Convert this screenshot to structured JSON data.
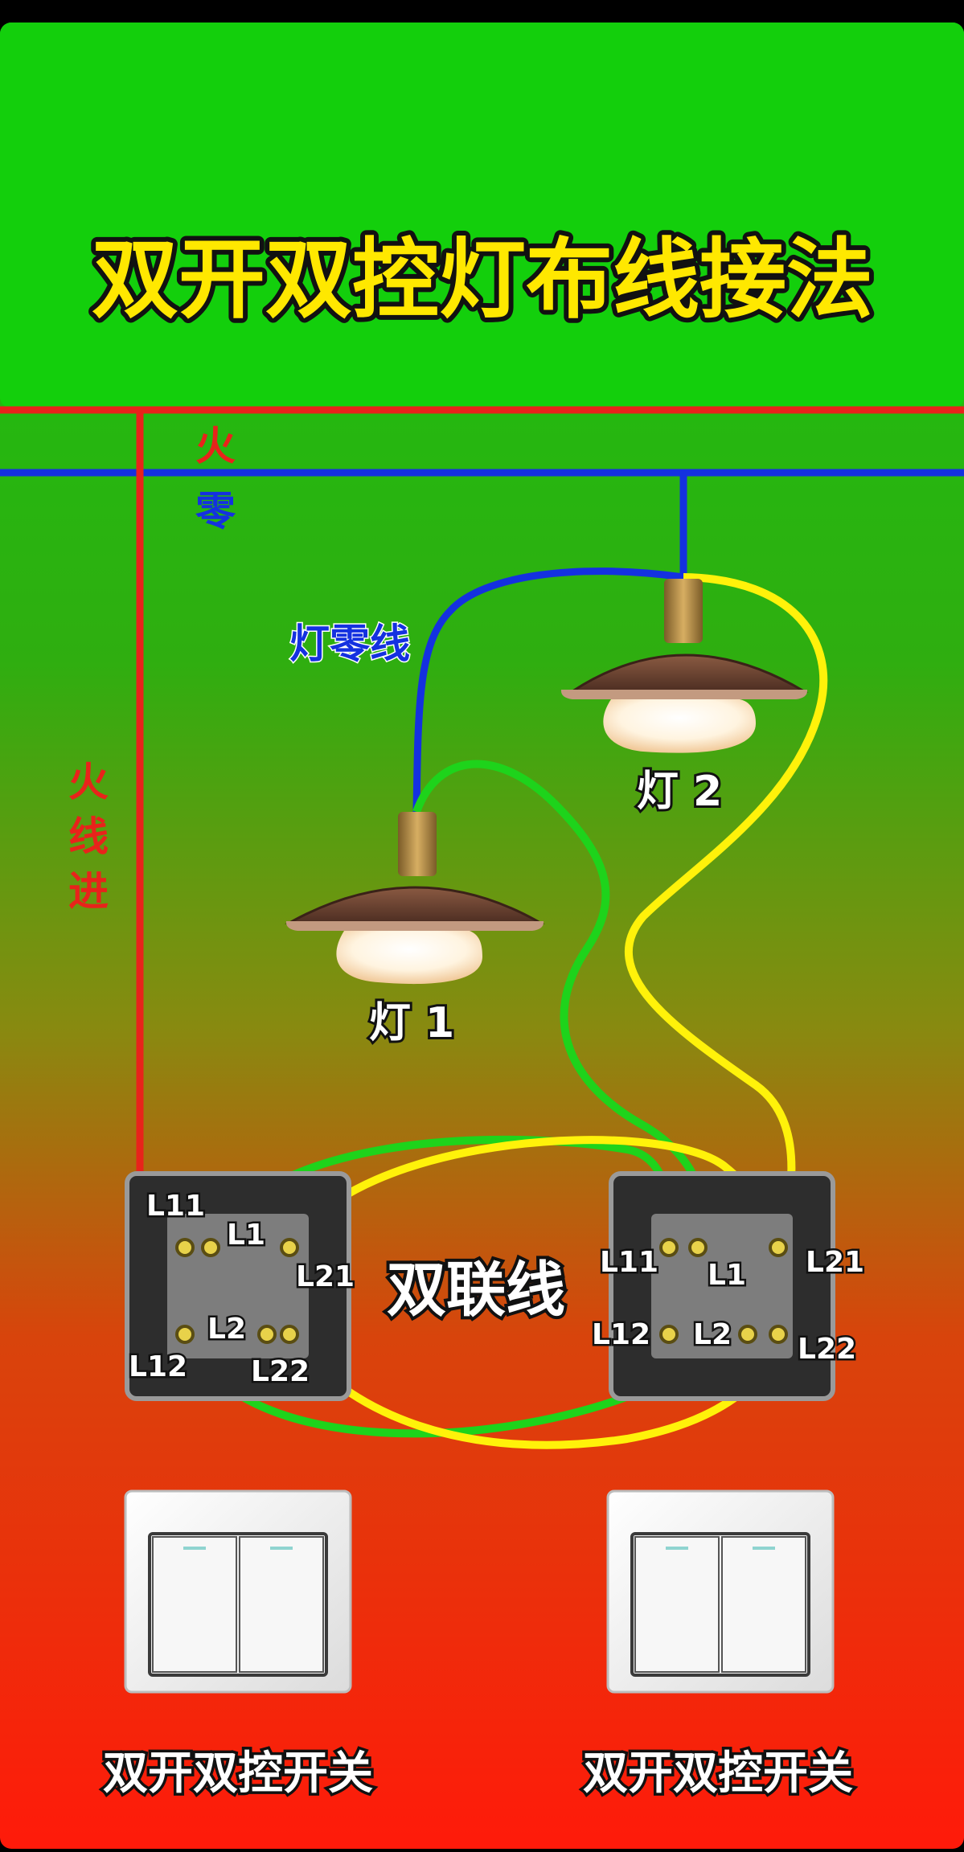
{
  "title": "双开双控灯布线接法",
  "labels": {
    "live": "火",
    "neutral": "零",
    "lamp_neutral": "灯零线",
    "live_in": "火线进",
    "bridge": "双联线"
  },
  "lamps": [
    {
      "label": "灯 1"
    },
    {
      "label": "灯 2"
    }
  ],
  "switch_left": {
    "terminals": {
      "L11": "L11",
      "L1": "L1",
      "L21": "L21",
      "L12": "L12",
      "L2": "L2",
      "L22": "L22"
    }
  },
  "switch_right": {
    "terminals": {
      "L11": "L11",
      "L1": "L1",
      "L21": "L21",
      "L12": "L12",
      "L2": "L2",
      "L22": "L22"
    }
  },
  "switch_captions": [
    "双开双控开关",
    "双开双控开关"
  ],
  "colors": {
    "live": "#e8231b",
    "neutral": "#1431e0",
    "green_wire": "#1ed31b",
    "yellow_wire": "#fff20a",
    "title_bg": "#13cf0c",
    "title_text": "#ffe800"
  }
}
